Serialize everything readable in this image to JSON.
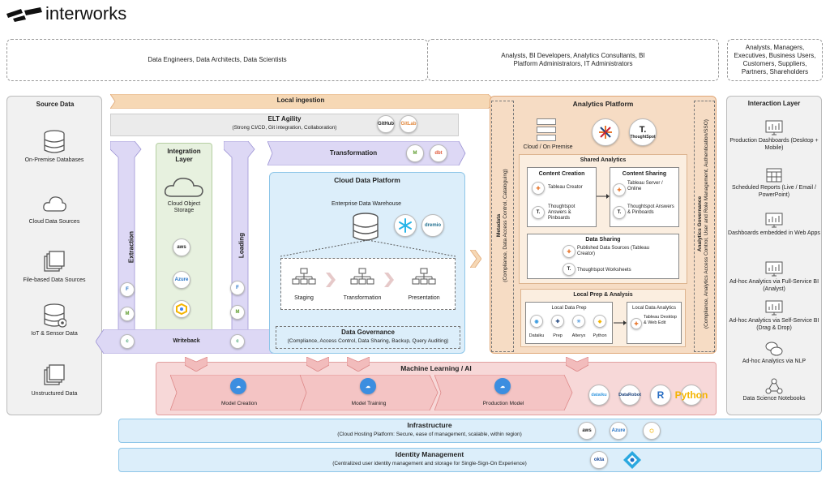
{
  "brand": {
    "name": "interworks"
  },
  "personas": {
    "engineers": "Data Engineers, Data Architects, Data Scientists",
    "analysts": "Analysts, BI Developers, Analytics Consultants, BI Platform Administrators, IT Administrators",
    "business": "Analysts, Managers, Executives, Business Users, Customers, Suppliers, Partners, Shareholders"
  },
  "source": {
    "title": "Source Data",
    "items": [
      "On-Premise Databases",
      "Cloud Data Sources",
      "File-based Data Sources",
      "IoT & Sensor Data",
      "Unstructured Data"
    ]
  },
  "local_ingestion": "Local ingestion",
  "elt": {
    "title": "ELT Agility",
    "subtitle": "(Strong CI/CD, Git integration, Collaboration)",
    "github": "GitHub",
    "gitlab": "GitLab"
  },
  "extraction": "Extraction",
  "integration": {
    "title": "Integration Layer",
    "storage": "Cloud Object Storage",
    "aws": "aws",
    "azure": "Azure"
  },
  "loading": "Loading",
  "writeback": "Writeback",
  "transformation": {
    "title": "Transformation",
    "dbt": "dbt"
  },
  "cdp": {
    "title": "Cloud Data Platform",
    "edw": "Enterprise Data Warehouse",
    "dremio": "dremio",
    "stages": [
      "Staging",
      "Transformation",
      "Presentation"
    ]
  },
  "governance": {
    "title": "Data Governance",
    "subtitle": "(Compliance, Access Control, Data Sharing, Backup, Query Auditing)"
  },
  "metadata": {
    "title": "Metadata",
    "subtitle": "(Compliance, Data Access Control, Cataloguing)"
  },
  "analytics_governance": {
    "title": "Analytics Governance",
    "subtitle": "(Compliance, Analytics Access Control, User and Role Management, Authentication/SSO)"
  },
  "ap": {
    "title": "Analytics Platform",
    "cloud": "Cloud / On Premise",
    "thoughtspot": "ThoughtSpot",
    "shared": "Shared Analytics",
    "creation": {
      "title": "Content Creation",
      "items": [
        "Tableau Creator",
        "Thoughtspot Answers & Pinboards"
      ]
    },
    "sharing": {
      "title": "Content Sharing",
      "items": [
        "Tableau Server / Online",
        "Thoughtspot Answers & Pinboards"
      ]
    },
    "datasharing": {
      "title": "Data Sharing",
      "items": [
        "Published Data Sources (Tableau Creator)",
        "Thoughtspot Worksheets"
      ]
    },
    "local": {
      "title": "Local Prep & Analysis",
      "prep_title": "Local Data Prep",
      "prep_tools": [
        "Dataiku",
        "Prep",
        "Alteryx",
        "Python"
      ],
      "analytics_title": "Local Data Analytics",
      "analytics_item": "Tableau Desktop & Web Edit"
    }
  },
  "interaction": {
    "title": "Interaction Layer",
    "items": [
      "Production Dashboards (Desktop + Mobile)",
      "Scheduled Reports (Live / Email / PowerPoint)",
      "Dashboards embedded in Web Apps",
      "Ad-hoc Analytics via Full-Service BI (Analyst)",
      "Ad-hoc Analytics via Self-Service BI (Drag & Drop)",
      "Ad-hoc Analytics via NLP",
      "Data Science Notebooks"
    ]
  },
  "ml": {
    "title": "Machine Learning / AI",
    "steps": [
      "Model Creation",
      "Model Training",
      "Production Model"
    ],
    "tools": [
      "dataiku",
      "DataRobot",
      "R",
      "Python"
    ]
  },
  "infra": {
    "title": "Infrastructure",
    "subtitle": "(Cloud Hosting Platform: Secure, ease of management, scalable, within region)",
    "logos": [
      "aws",
      "Azure",
      "GCP"
    ]
  },
  "identity": {
    "title": "Identity Management",
    "subtitle": "(Centralized user identity management and storage for Single-Sign-On Experience)",
    "okta": "okta"
  },
  "colors": {
    "orange": "#f6dcc4",
    "pink": "#f7d8d8",
    "blue": "#dceefa",
    "purple": "#ddd8f5",
    "green": "#e7f1df",
    "accent": "#e0863b"
  }
}
